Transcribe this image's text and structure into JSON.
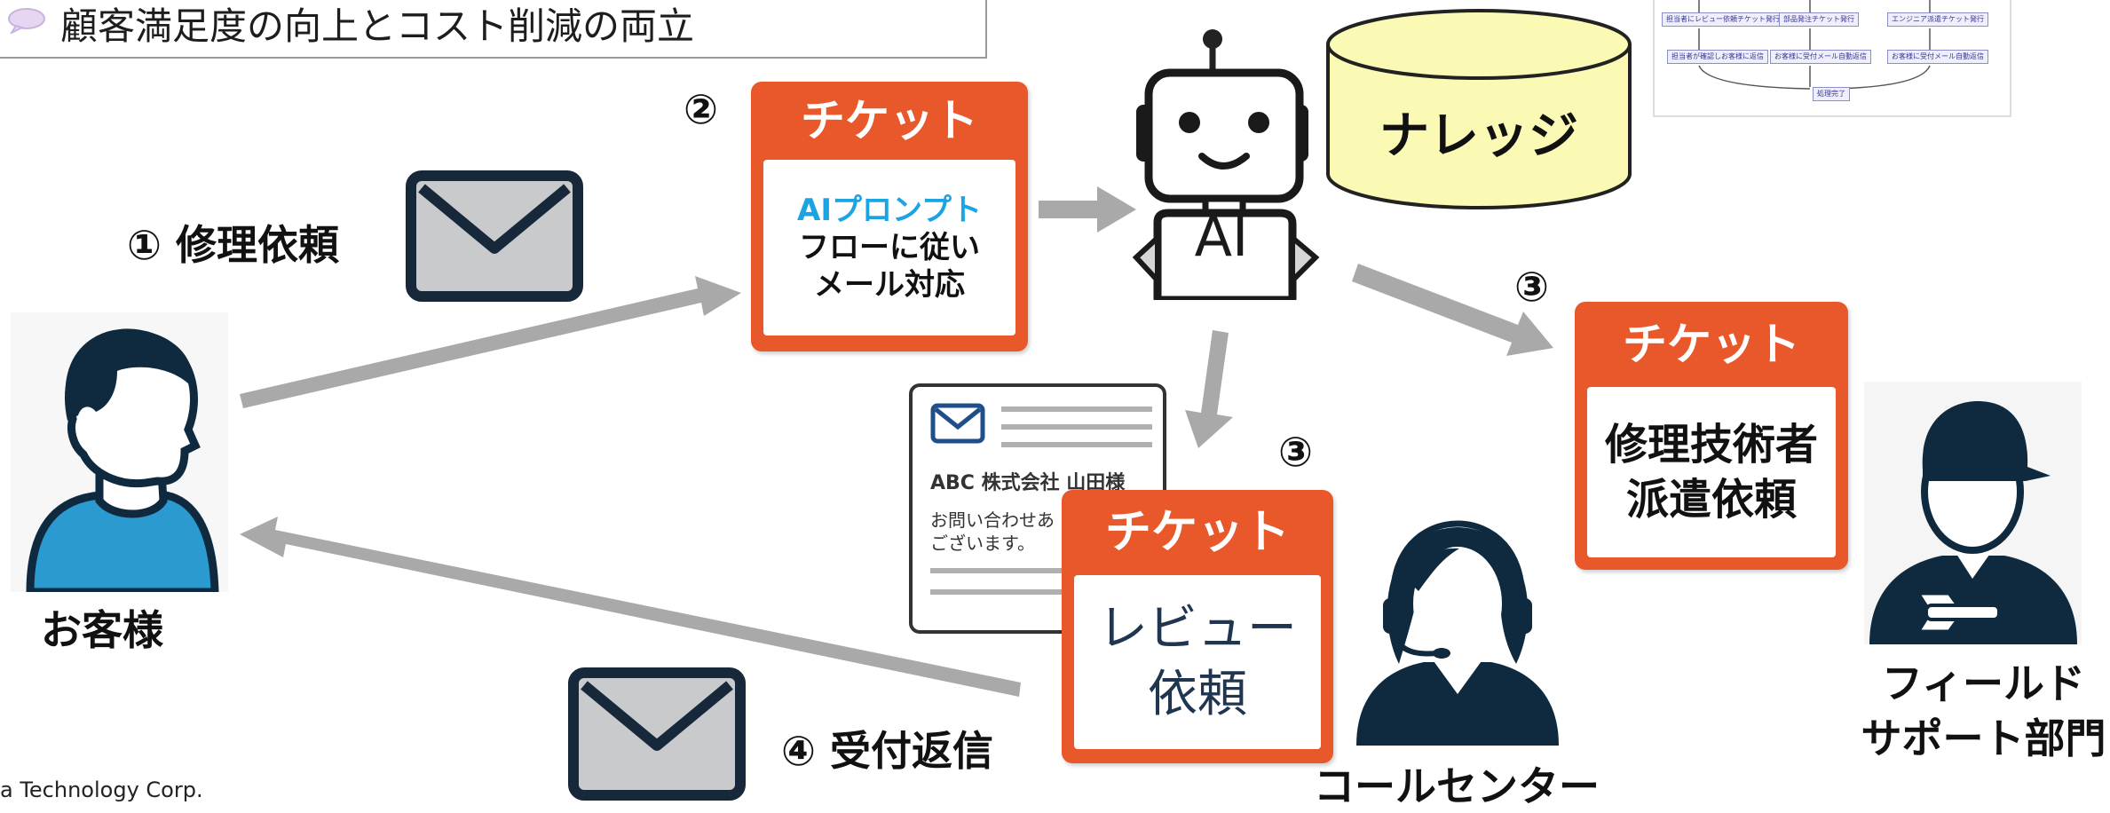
{
  "header": {
    "title": "顧客満足度の向上とコスト削減の両立"
  },
  "labels": {
    "step1": "① 修理依頼",
    "step2": "②",
    "step3a": "③",
    "step3b": "③",
    "step4": "④ 受付返信",
    "customer": "お客様",
    "call_center": "コールセンター",
    "field_support_1": "フィールド",
    "field_support_2": "サポート部門",
    "knowledge": "ナレッジ",
    "ai": "AI",
    "copyright": "a Technology Corp."
  },
  "ticket_main": {
    "title": "チケット",
    "line1": "AIプロンプト",
    "line2": "フローに従い",
    "line3": "メール対応"
  },
  "ticket_review": {
    "title": "チケット",
    "line1": "レビュー",
    "line2": "依頼"
  },
  "ticket_dispatch": {
    "title": "チケット",
    "line1": "修理技術者",
    "line2": "派遣依頼"
  },
  "email_doc": {
    "company": "ABC 株式会社 山田様",
    "line1": "お問い合わせあ",
    "line2": "ございます。"
  },
  "flow_thumbnail": {
    "row1": [
      "担当者にレビュー依頼チケット発行",
      "部品発注チケット発行",
      "エンジニア派遣チケット発行"
    ],
    "row2": [
      "担当者が確認しお客様に返信",
      "お客様に受付メール自動返信",
      "お客様に受付メール自動返信"
    ],
    "end": "処理完了"
  },
  "colors": {
    "ticket_orange": "#e8582a",
    "ai_cyan": "#1aa4e4",
    "arrow_gray": "#a9a9a9",
    "knowledge_yellow": "#fafab4",
    "person_navy": "#0f2a3f",
    "customer_shirt": "#2a9ad1"
  },
  "icons": [
    "speech-bubble-icon",
    "envelope-icon",
    "robot-icon",
    "database-cylinder-icon",
    "customer-person-icon",
    "call-center-operator-icon",
    "field-technician-icon",
    "email-document-icon"
  ]
}
